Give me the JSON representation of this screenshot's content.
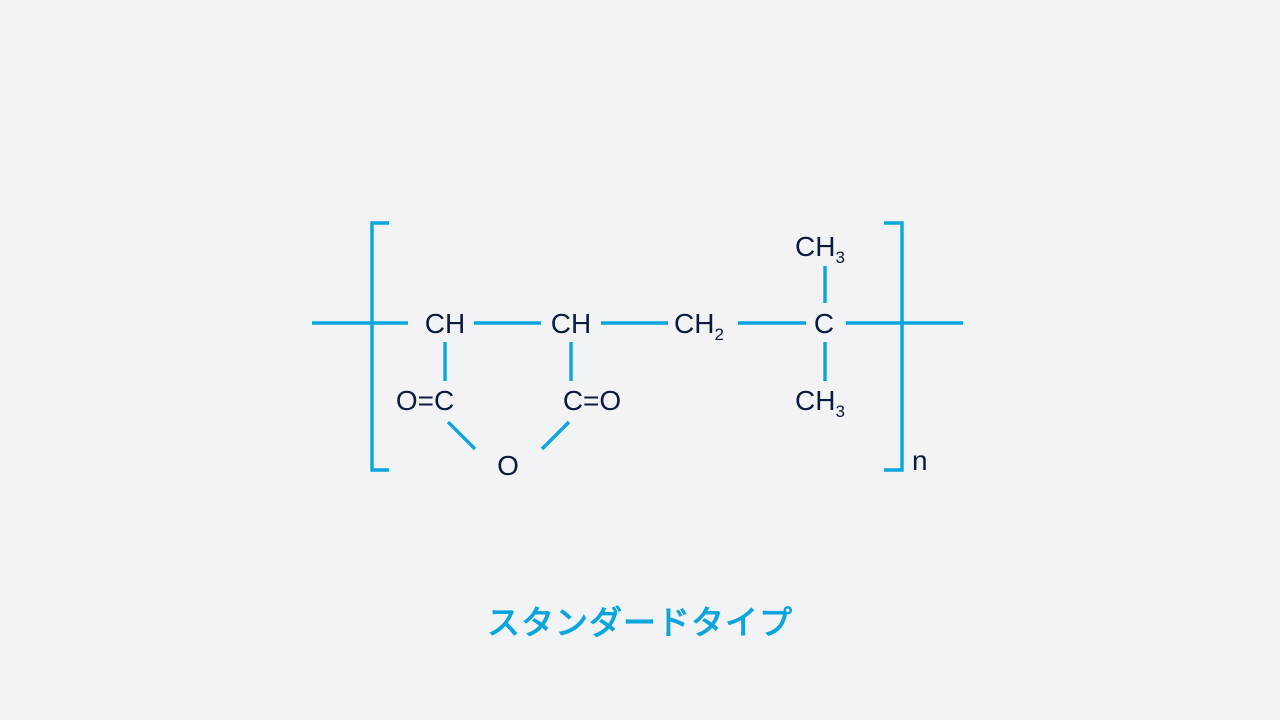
{
  "caption": "スタンダードタイプ",
  "colors": {
    "bond": "#0aa5dd",
    "text": "#0d1a40",
    "background": "#f1f3f5",
    "caption": "#0aa5dd"
  },
  "structure": {
    "atoms": {
      "ch_left": {
        "main": "CH",
        "sub": ""
      },
      "ch_right": {
        "main": "CH",
        "sub": ""
      },
      "ch2": {
        "main": "CH",
        "sub": "2"
      },
      "c_quat": {
        "main": "C",
        "sub": ""
      },
      "ch3_top": {
        "main": "CH",
        "sub": "3"
      },
      "ch3_bottom": {
        "main": "CH",
        "sub": "3"
      },
      "carbonyl_left": {
        "main": "O=C",
        "sub": ""
      },
      "carbonyl_right": {
        "main": "C=O",
        "sub": ""
      },
      "ring_oxygen": {
        "main": "O",
        "sub": ""
      }
    },
    "repeat_subscript": "n"
  }
}
